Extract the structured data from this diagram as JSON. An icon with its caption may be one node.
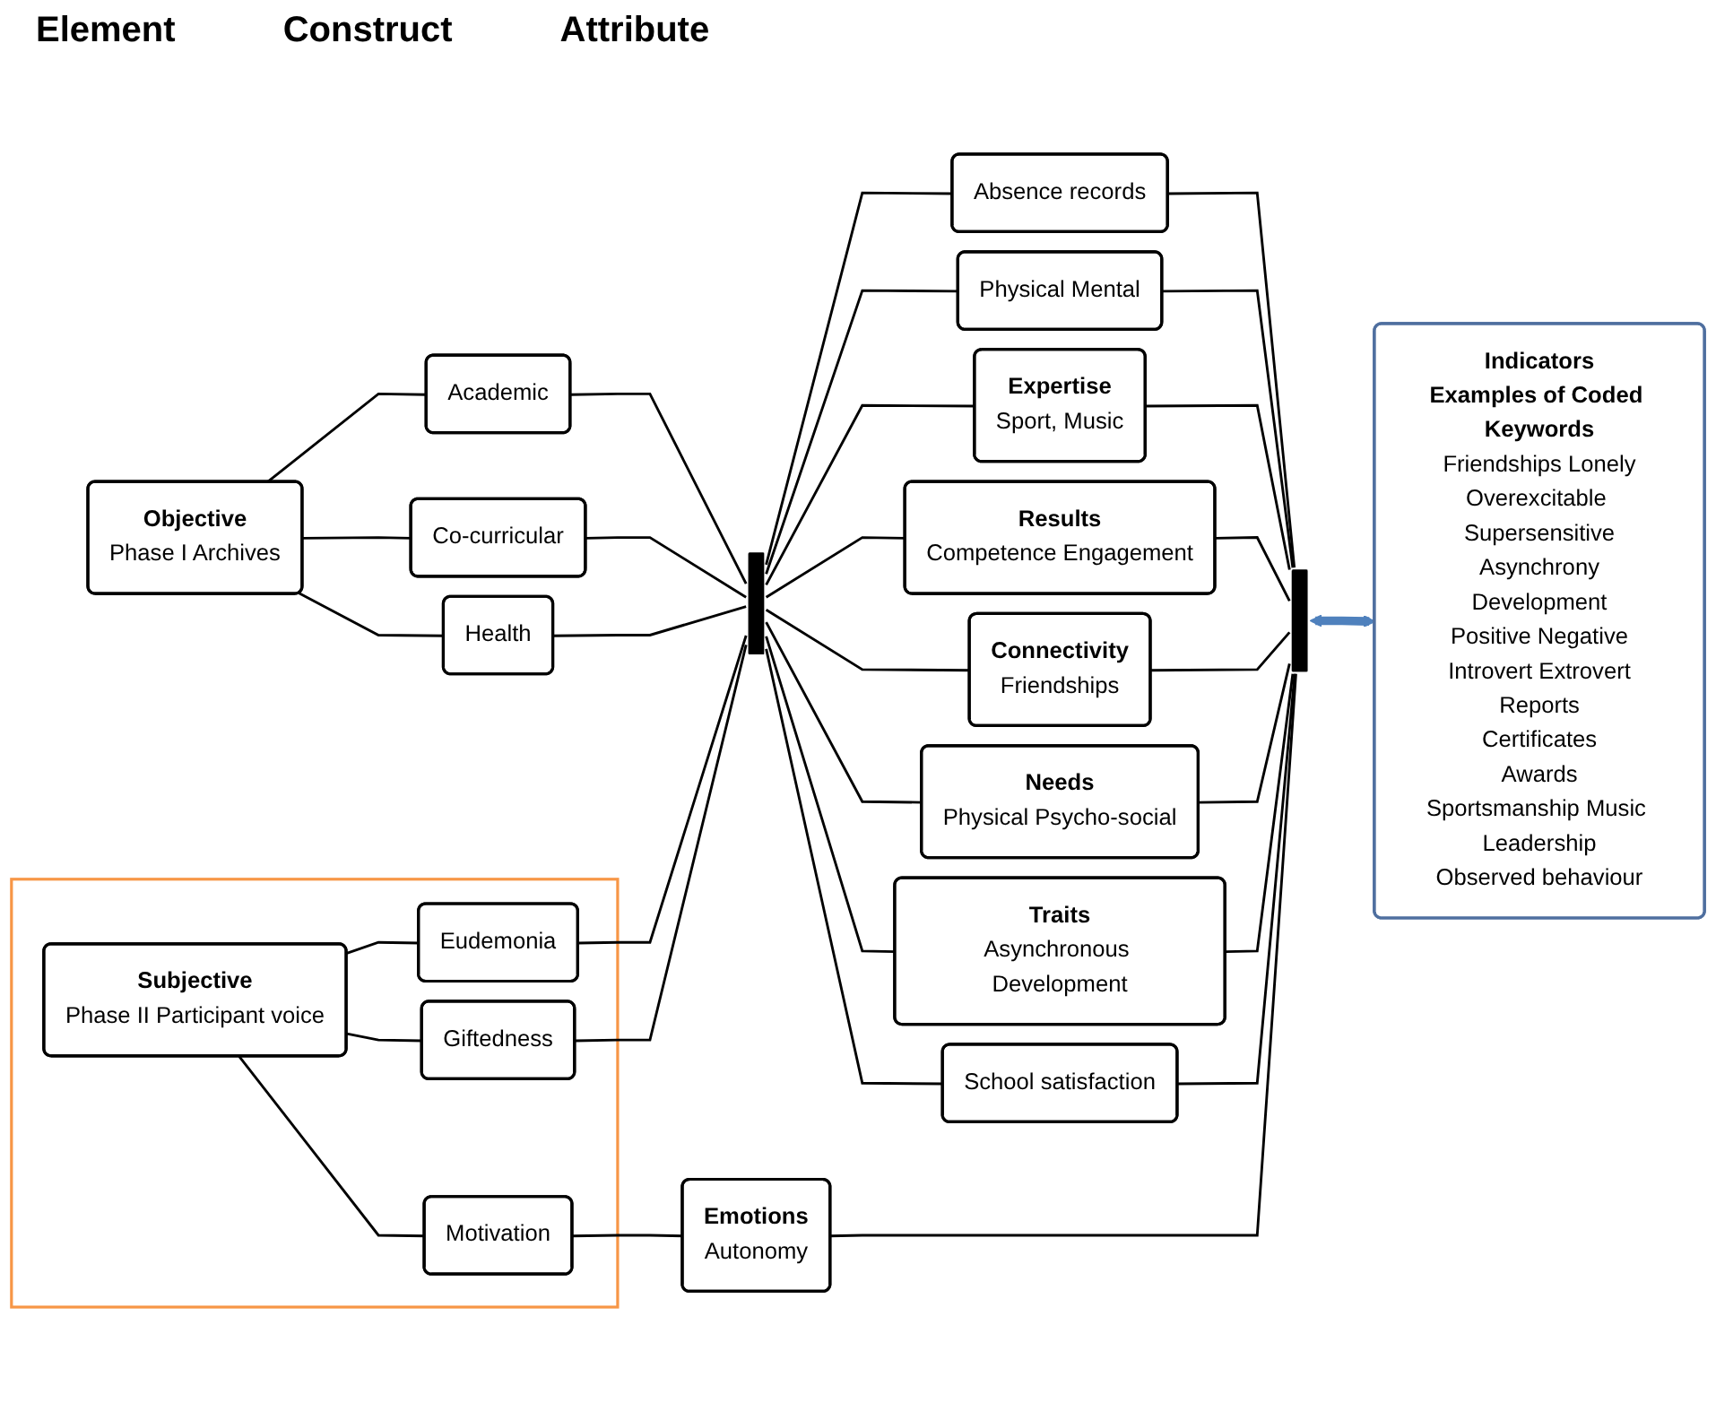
{
  "diagram": {
    "nodes": [
      {
        "text": [
          "Objective",
          "Phase I Archives"
        ]
      },
      {
        "text": [
          "Academic"
        ]
      },
      {
        "text": [
          "Co-curricular"
        ]
      },
      {
        "text": [
          "Health"
        ]
      },
      {
        "text": [],
        "shape": "box"
      },
      {
        "text": [
          "Subjective",
          "Phase II Participant voice"
        ],
        "in": 4
      },
      {
        "text": [
          "Eudemonia"
        ],
        "in": 4
      },
      {
        "text": [
          "Giftedness"
        ],
        "in": 4
      },
      {
        "text": [
          "Motivation"
        ],
        "in": 4
      },
      {
        "text": [],
        "shape": "bar"
      },
      {
        "text": [
          "Absence records"
        ]
      },
      {
        "text": [
          "Physical Mental"
        ]
      },
      {
        "text": [
          "Expertise",
          "Sport, Music"
        ]
      },
      {
        "text": [
          "Results",
          "Competence Engagement"
        ]
      },
      {
        "text": [
          "Connectivity",
          "Friendships"
        ]
      },
      {
        "text": [
          "Needs",
          "Physical Psycho-social"
        ]
      },
      {
        "text": [
          "Traits",
          "Asynchronous Development"
        ]
      },
      {
        "text": [
          "School satisfaction"
        ]
      },
      {
        "text": [
          "Emotions",
          "Autonomy"
        ]
      },
      {
        "text": [],
        "shape": "bar"
      },
      {
        "text": [
          "Indicators",
          "Examples of Coded Keywords",
          "Friendships Lonely",
          "Overexcitable Supersensitive",
          "Asynchrony",
          "Development",
          "Positive Negative",
          "Introvert Extrovert",
          "Reports",
          "Certificates",
          "Awards",
          "Sportsmanship Music Leadership",
          "Observed behaviour"
        ]
      }
    ],
    "edges": [
      {
        "from": 0,
        "to": 1,
        "arrow": "none"
      },
      {
        "from": 0,
        "to": 2,
        "arrow": "none"
      },
      {
        "from": 0,
        "to": 3,
        "arrow": "none"
      },
      {
        "from": 5,
        "to": 6,
        "arrow": "none"
      },
      {
        "from": 5,
        "to": 7,
        "arrow": "none"
      },
      {
        "from": 5,
        "to": 8,
        "arrow": "none"
      },
      {
        "from": 1,
        "to": 9,
        "arrow": "none"
      },
      {
        "from": 2,
        "to": 9,
        "arrow": "none"
      },
      {
        "from": 3,
        "to": 9,
        "arrow": "none"
      },
      {
        "from": 6,
        "to": 9,
        "arrow": "none"
      },
      {
        "from": 7,
        "to": 9,
        "arrow": "none"
      },
      {
        "from": 8,
        "to": 18,
        "arrow": "none"
      },
      {
        "from": 9,
        "to": 10,
        "arrow": "none"
      },
      {
        "from": 9,
        "to": 11,
        "arrow": "none"
      },
      {
        "from": 9,
        "to": 12,
        "arrow": "none"
      },
      {
        "from": 9,
        "to": 13,
        "arrow": "none"
      },
      {
        "from": 9,
        "to": 14,
        "arrow": "none"
      },
      {
        "from": 9,
        "to": 15,
        "arrow": "none"
      },
      {
        "from": 9,
        "to": 16,
        "arrow": "none"
      },
      {
        "from": 9,
        "to": 17,
        "arrow": "none"
      },
      {
        "from": 10,
        "to": 19,
        "arrow": "none"
      },
      {
        "from": 11,
        "to": 19,
        "arrow": "none"
      },
      {
        "from": 12,
        "to": 19,
        "arrow": "none"
      },
      {
        "from": 13,
        "to": 19,
        "arrow": "none"
      },
      {
        "from": 14,
        "to": 19,
        "arrow": "none"
      },
      {
        "from": 15,
        "to": 19,
        "arrow": "none"
      },
      {
        "from": 16,
        "to": 19,
        "arrow": "none"
      },
      {
        "from": 17,
        "to": 19,
        "arrow": "none"
      },
      {
        "from": 18,
        "to": 19,
        "arrow": "none"
      },
      {
        "from": 19,
        "to": 20,
        "arrow": "both",
        "style": "thick",
        "color": "#4f81bd"
      }
    ],
    "labels": [
      "Element",
      "Construct",
      "Attribute"
    ]
  }
}
